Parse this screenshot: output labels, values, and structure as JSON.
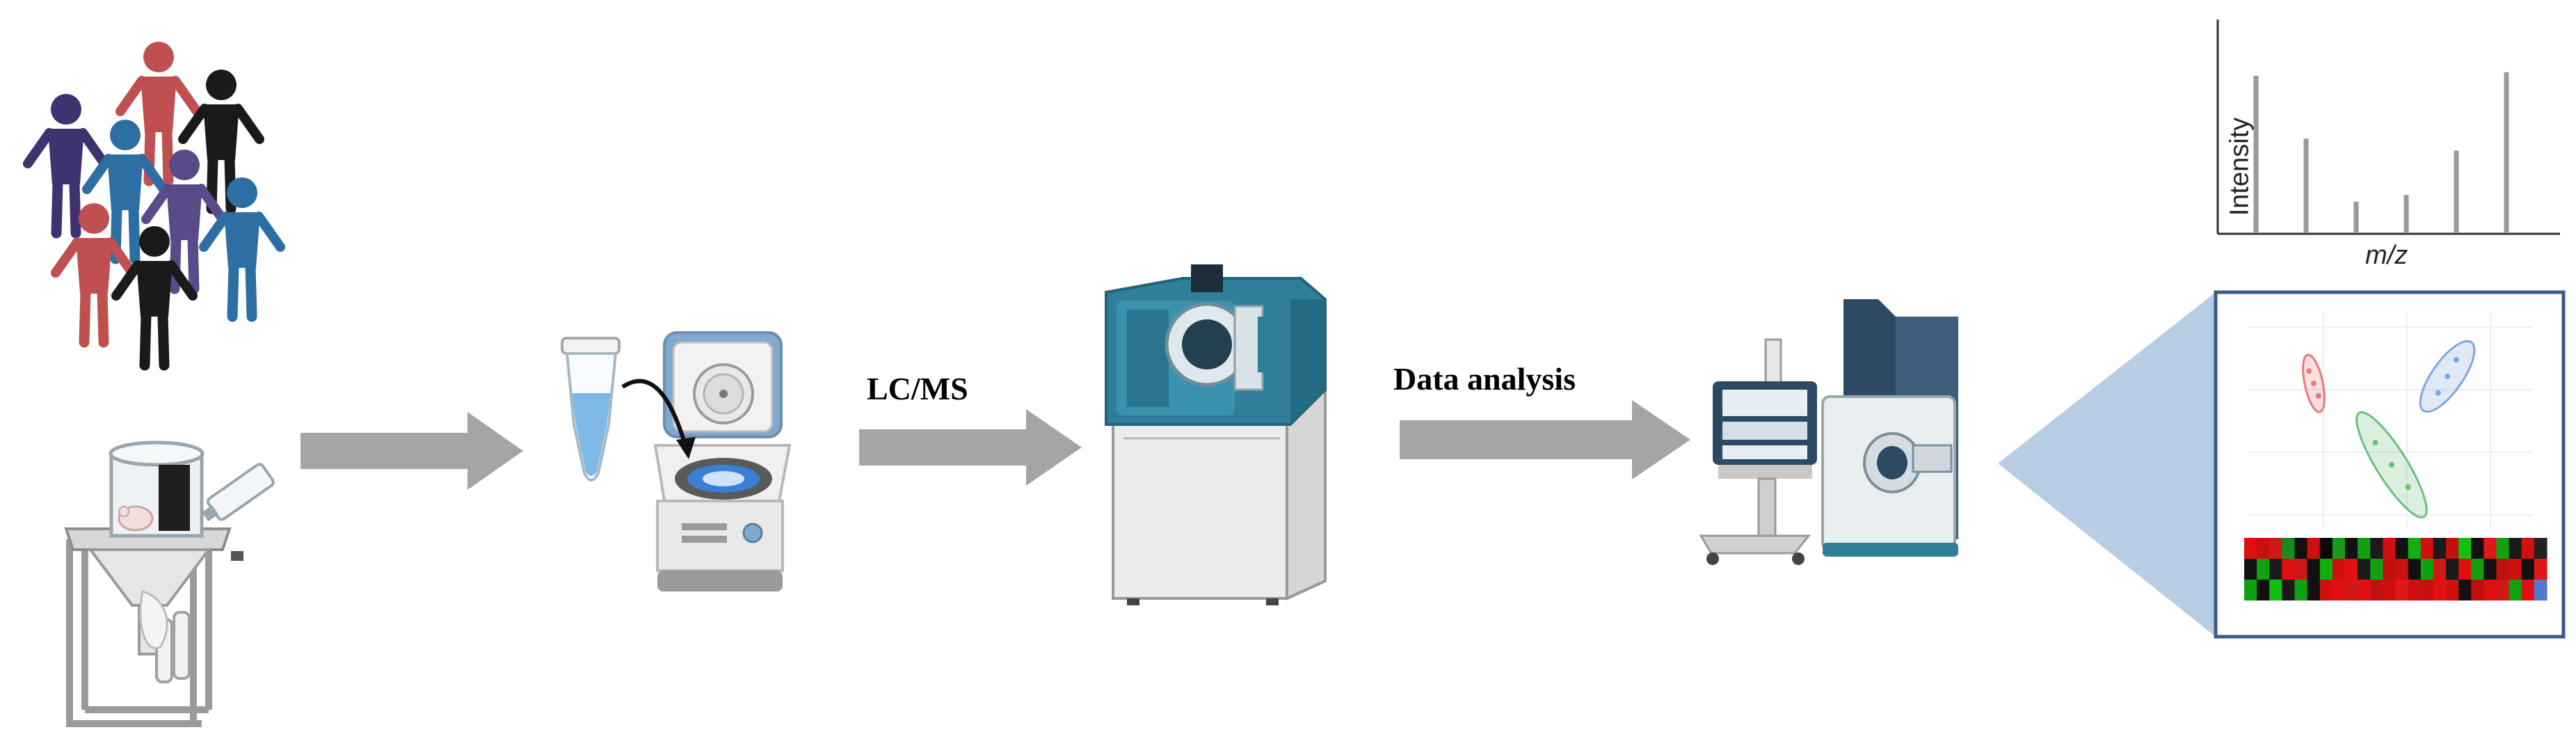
{
  "labels": {
    "lcms": "LC/MS",
    "data_analysis": "Data analysis"
  },
  "spectrum": {
    "ylabel": "Intensity",
    "xlabel": "m/z",
    "peaks": [
      0.92,
      0.55,
      0.18,
      0.22,
      0.48,
      0.94
    ]
  },
  "colors": {
    "arrow": "#a5a5a5",
    "instrument_teal": "#2f7f9a",
    "instrument_navy": "#2c4a63",
    "frame": "#3b5a8a",
    "zoom_wedge": "#b7cde3",
    "people": [
      "#c05050",
      "#1a1a1a",
      "#3e3270",
      "#2d6ea3",
      "#5a4a8a"
    ]
  },
  "scores_plot": {
    "groups": [
      {
        "color": "#e57c7c"
      },
      {
        "color": "#7fa6df"
      },
      {
        "color": "#6cc07a"
      }
    ]
  },
  "heatmap": {
    "rows": [
      [
        "#e01010",
        "#c81010",
        "#d01818",
        "#1a8a1a",
        "#111111",
        "#d01010",
        "#0a0a0a",
        "#1a9a1a",
        "#111111",
        "#10a010",
        "#1a1a1a",
        "#d01010",
        "#111111",
        "#10b010",
        "#d01010",
        "#1a1a1a",
        "#c01010",
        "#10c010",
        "#111111",
        "#e01818",
        "#10a010",
        "#1a1a1a",
        "#d01010",
        "#222222"
      ],
      [
        "#111111",
        "#10a010",
        "#1a1a1a",
        "#e01010",
        "#c81818",
        "#111111",
        "#10b010",
        "#d01010",
        "#e01010",
        "#1a1a1a",
        "#10a010",
        "#c01010",
        "#d01010",
        "#111111",
        "#10a010",
        "#d01818",
        "#1a1a1a",
        "#e01010",
        "#10a010",
        "#111111",
        "#c01010",
        "#d01010",
        "#111111",
        "#e01818"
      ],
      [
        "#10a010",
        "#111111",
        "#10c010",
        "#1a1a1a",
        "#10a010",
        "#111111",
        "#d01010",
        "#e01010",
        "#d01818",
        "#e01010",
        "#c01010",
        "#d01010",
        "#e01818",
        "#d01010",
        "#c81010",
        "#e01010",
        "#d01010",
        "#111111",
        "#c01010",
        "#e01010",
        "#d01818",
        "#10a010",
        "#e01010",
        "#5577cc"
      ]
    ]
  }
}
